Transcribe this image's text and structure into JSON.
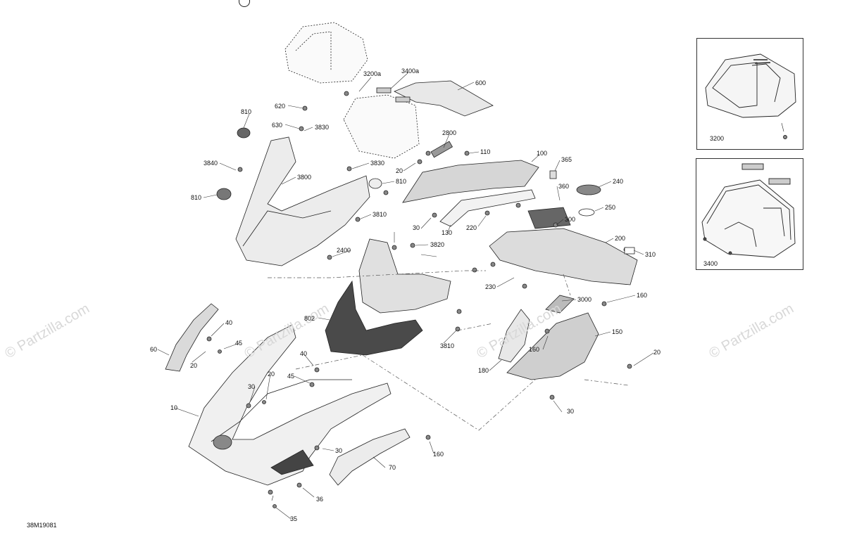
{
  "diagram": {
    "code": "38M19081",
    "watermark": "© Partzilla.com",
    "colors": {
      "line": "#222222",
      "fill_dark": "#555555",
      "fill_light": "#f4f4f4",
      "leader": "#333333"
    },
    "part_labels": [
      "10",
      "20",
      "30",
      "35",
      "36",
      "40",
      "45",
      "60",
      "70",
      "100",
      "110",
      "130",
      "150",
      "160",
      "180",
      "200",
      "220",
      "230",
      "240",
      "250",
      "300",
      "310",
      "360",
      "365",
      "600",
      "620",
      "630",
      "802",
      "810",
      "2400",
      "2800",
      "3000",
      "3200",
      "3200a",
      "3400",
      "3400a",
      "3800",
      "3810",
      "3820",
      "3830",
      "3840"
    ],
    "callouts": [
      {
        "id": "c-810-a",
        "label": "810"
      },
      {
        "id": "c-620",
        "label": "620"
      },
      {
        "id": "c-630",
        "label": "630"
      },
      {
        "id": "c-3830-a",
        "label": "3830"
      },
      {
        "id": "c-3200a",
        "label": "3200a"
      },
      {
        "id": "c-3400a",
        "label": "3400a"
      },
      {
        "id": "c-600",
        "label": "600"
      },
      {
        "id": "c-2800",
        "label": "2800"
      },
      {
        "id": "c-110",
        "label": "110"
      },
      {
        "id": "c-100",
        "label": "100"
      },
      {
        "id": "c-365",
        "label": "365"
      },
      {
        "id": "c-3840",
        "label": "3840"
      },
      {
        "id": "c-3830-b",
        "label": "3830"
      },
      {
        "id": "c-20-a",
        "label": "20"
      },
      {
        "id": "c-3800",
        "label": "3800"
      },
      {
        "id": "c-810-b",
        "label": "810"
      },
      {
        "id": "c-810-c",
        "label": "810"
      },
      {
        "id": "c-360",
        "label": "360"
      },
      {
        "id": "c-240",
        "label": "240"
      },
      {
        "id": "c-250",
        "label": "250"
      },
      {
        "id": "c-3810-a",
        "label": "3810"
      },
      {
        "id": "c-30-a",
        "label": "30"
      },
      {
        "id": "c-130",
        "label": "130"
      },
      {
        "id": "c-220",
        "label": "220"
      },
      {
        "id": "c-300",
        "label": "300"
      },
      {
        "id": "c-3820",
        "label": "3820"
      },
      {
        "id": "c-200",
        "label": "200"
      },
      {
        "id": "c-2400",
        "label": "2400"
      },
      {
        "id": "c-310",
        "label": "310"
      },
      {
        "id": "c-230",
        "label": "230"
      },
      {
        "id": "c-160-a",
        "label": "160"
      },
      {
        "id": "c-3000",
        "label": "3000"
      },
      {
        "id": "c-802",
        "label": "802"
      },
      {
        "id": "c-40-a",
        "label": "40"
      },
      {
        "id": "c-150",
        "label": "150"
      },
      {
        "id": "c-3810-b",
        "label": "3810"
      },
      {
        "id": "c-45-a",
        "label": "45"
      },
      {
        "id": "c-60",
        "label": "60"
      },
      {
        "id": "c-160-b",
        "label": "160"
      },
      {
        "id": "c-20-b",
        "label": "20"
      },
      {
        "id": "c-20-c",
        "label": "20"
      },
      {
        "id": "c-40-b",
        "label": "40"
      },
      {
        "id": "c-180",
        "label": "180"
      },
      {
        "id": "c-45-b",
        "label": "45"
      },
      {
        "id": "c-20-d",
        "label": "20"
      },
      {
        "id": "c-30-b",
        "label": "30"
      },
      {
        "id": "c-10",
        "label": "10"
      },
      {
        "id": "c-30-c",
        "label": "30"
      },
      {
        "id": "c-30-d",
        "label": "30"
      },
      {
        "id": "c-160-c",
        "label": "160"
      },
      {
        "id": "c-70",
        "label": "70"
      },
      {
        "id": "c-36",
        "label": "36"
      },
      {
        "id": "c-35",
        "label": "35"
      }
    ],
    "insets": [
      {
        "id": "inset-3200",
        "label": "3200"
      },
      {
        "id": "inset-3400",
        "label": "3400"
      }
    ]
  }
}
